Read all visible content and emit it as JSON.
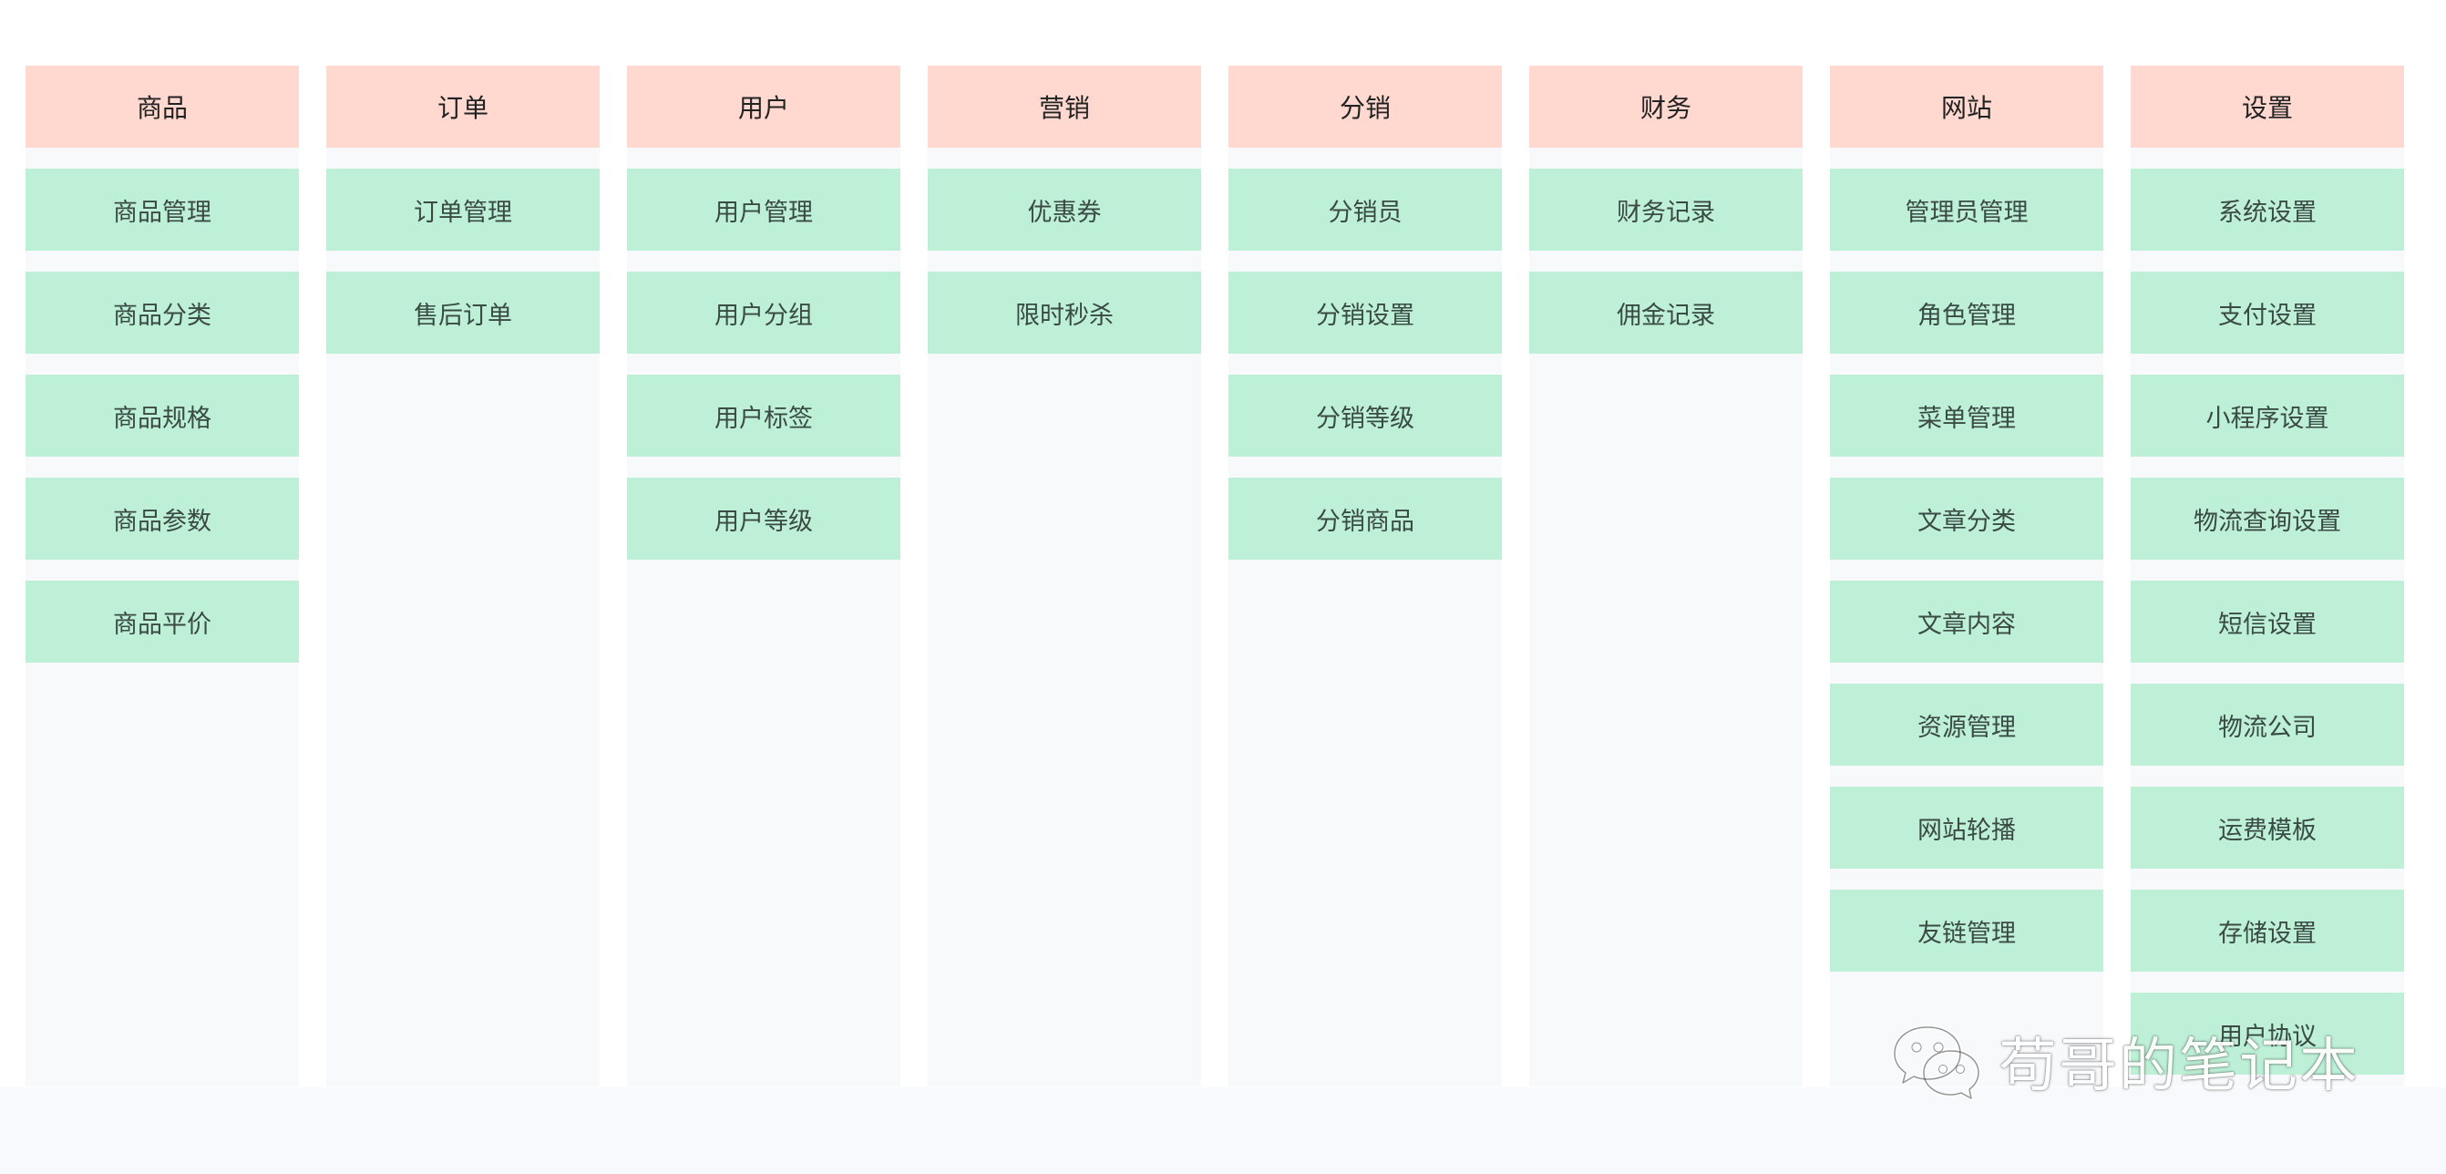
{
  "columns": [
    {
      "title": "商品",
      "items": [
        "商品管理",
        "商品分类",
        "商品规格",
        "商品参数",
        "商品平价"
      ]
    },
    {
      "title": "订单",
      "items": [
        "订单管理",
        "售后订单"
      ]
    },
    {
      "title": "用户",
      "items": [
        "用户管理",
        "用户分组",
        "用户标签",
        "用户等级"
      ]
    },
    {
      "title": "营销",
      "items": [
        "优惠券",
        "限时秒杀"
      ]
    },
    {
      "title": "分销",
      "items": [
        "分销员",
        "分销设置",
        "分销等级",
        "分销商品"
      ]
    },
    {
      "title": "财务",
      "items": [
        "财务记录",
        "佣金记录"
      ]
    },
    {
      "title": "网站",
      "items": [
        "管理员管理",
        "角色管理",
        "菜单管理",
        "文章分类",
        "文章内容",
        "资源管理",
        "网站轮播",
        "友链管理"
      ]
    },
    {
      "title": "设置",
      "items": [
        "系统设置",
        "支付设置",
        "小程序设置",
        "物流查询设置",
        "短信设置",
        "物流公司",
        "运费模板",
        "存储设置",
        "用户协议"
      ]
    }
  ],
  "watermark": {
    "text": "苟哥的笔记本",
    "icon": "wechat-icon"
  },
  "colors": {
    "header_bg": "#ffd8d0",
    "item_bg": "#bdf0d6",
    "column_bg": "#f8f9fb"
  }
}
